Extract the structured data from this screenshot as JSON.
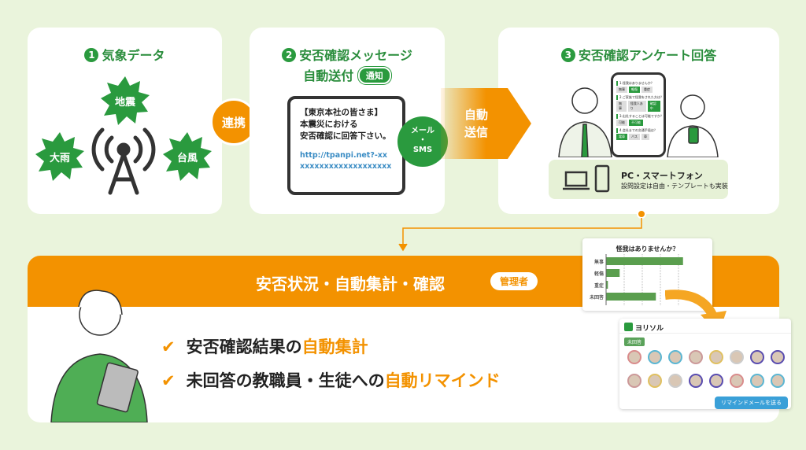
{
  "step1": {
    "num": "1",
    "title": "気象データ",
    "hazards": [
      "地震",
      "大雨",
      "台風"
    ],
    "icon": "antenna-icon"
  },
  "link": {
    "label": "連携"
  },
  "step2": {
    "num": "2",
    "title_line1": "安否確認メッセージ",
    "title_line2": "自動送付",
    "badge": "通知",
    "message": {
      "line1": "【東京本社の皆さま】",
      "line2": "本震災における",
      "line3": "安否確認に回答下さい。",
      "url1": "http://tpanpi.net?-xx",
      "url2": "xxxxxxxxxxxxxxxxxxx"
    },
    "channel_line1": "メール",
    "channel_dot": "・",
    "channel_line2": "SMS"
  },
  "auto_send": {
    "line1": "自動",
    "line2": "送信"
  },
  "step3": {
    "num": "3",
    "title": "安否確認アンケート回答",
    "survey": [
      {
        "q": "1.怪我はありませんか？",
        "options": [
          "無事",
          "軽傷",
          "重症"
        ],
        "selected": 1
      },
      {
        "q": "2.ご家族で怪我をされた方は？",
        "options": [
          "無事",
          "怪我人あり",
          "確認中"
        ],
        "selected": 2
      },
      {
        "q": "3.出社することは可能ですか？",
        "options": [
          "可能",
          "不可能"
        ],
        "selected": 1
      },
      {
        "q": "4.会社までの交通手段は？",
        "options": [
          "電車",
          "バス",
          "車"
        ],
        "selected": 0
      }
    ],
    "devices_title": "PC・スマートフォン",
    "devices_sub": "設問設定は自由・テンプレートも実装"
  },
  "bottom": {
    "title": "安否状況・自動集計・確認",
    "badge": "管理者",
    "point1_a": "安否確認結果の",
    "point1_b": "自動集計",
    "point2_a": "未回答の教職員・生徒への",
    "point2_b": "自動リマインド",
    "check_icon": "check-icon"
  },
  "chart_data": {
    "type": "bar",
    "orientation": "horizontal",
    "title": "怪我はありませんか？",
    "categories": [
      "無事",
      "軽傷",
      "重症",
      "未回答"
    ],
    "values": [
      85,
      15,
      2,
      55
    ],
    "xlim": [
      0,
      100
    ],
    "grid": true,
    "color": "#5a9e4e"
  },
  "yorisoru": {
    "logo": "ヨリソル",
    "section": "未回答",
    "button": "リマインドメールを送る",
    "avatar_count": 16
  },
  "colors": {
    "orange": "#f39200",
    "green": "#2a9a3e",
    "background": "#eaf4dc"
  }
}
